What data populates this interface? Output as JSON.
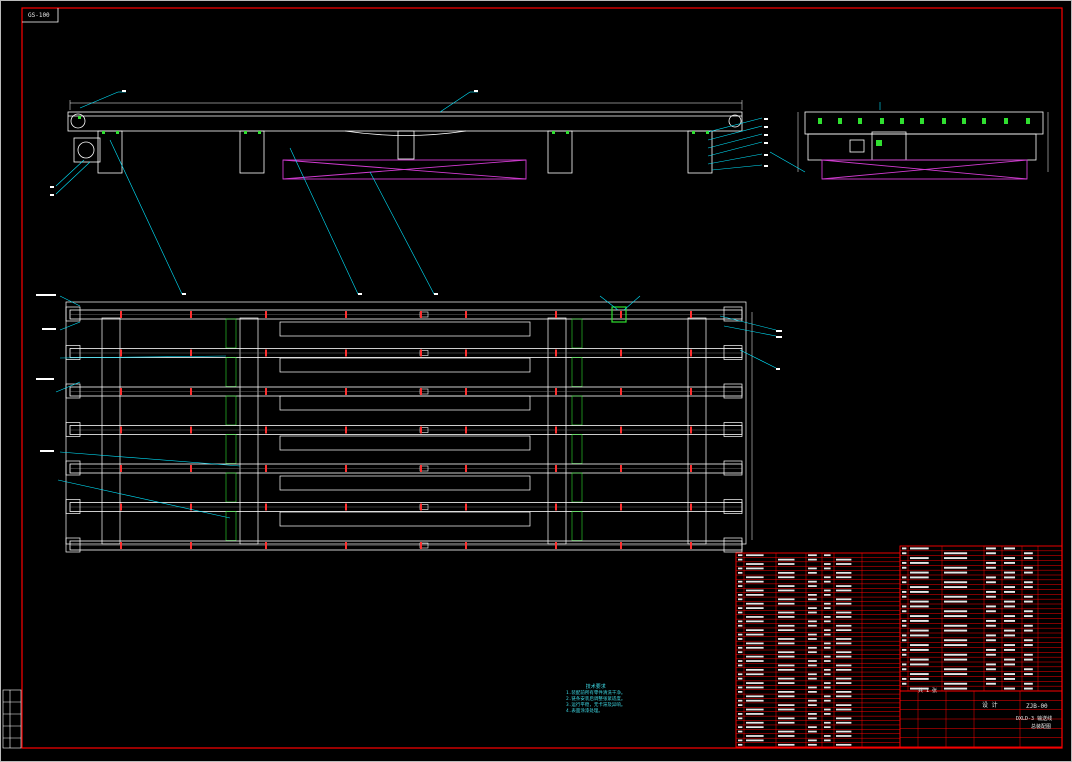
{
  "sheet": {
    "frame_color": "#ff0000",
    "background": "#000000",
    "title_block_label": "GS-100",
    "drawing_code": "ZJB-00",
    "drawing_name": "DXLD-3 输送线",
    "drawing_subtitle": "总装配图",
    "designer_label": "设 计",
    "sheet_label": "共 1 张"
  },
  "notes": {
    "heading": "技术要求",
    "lines": [
      "1.装配前所有零件清洗干净。",
      "2.链条安装后调整张紧适度。",
      "3.运行平稳，无卡滞及异响。",
      "4.表面涂漆处理。"
    ]
  },
  "colors": {
    "outline": "#ffffff",
    "leader": "#00e5ff",
    "magenta": "#d23bd2",
    "green": "#30e030",
    "red_mark": "#ff3030"
  },
  "views": {
    "front_view": "front-elevation",
    "side_view": "side-elevation",
    "plan_view": "plan-view",
    "conveyor_lines": 7
  }
}
